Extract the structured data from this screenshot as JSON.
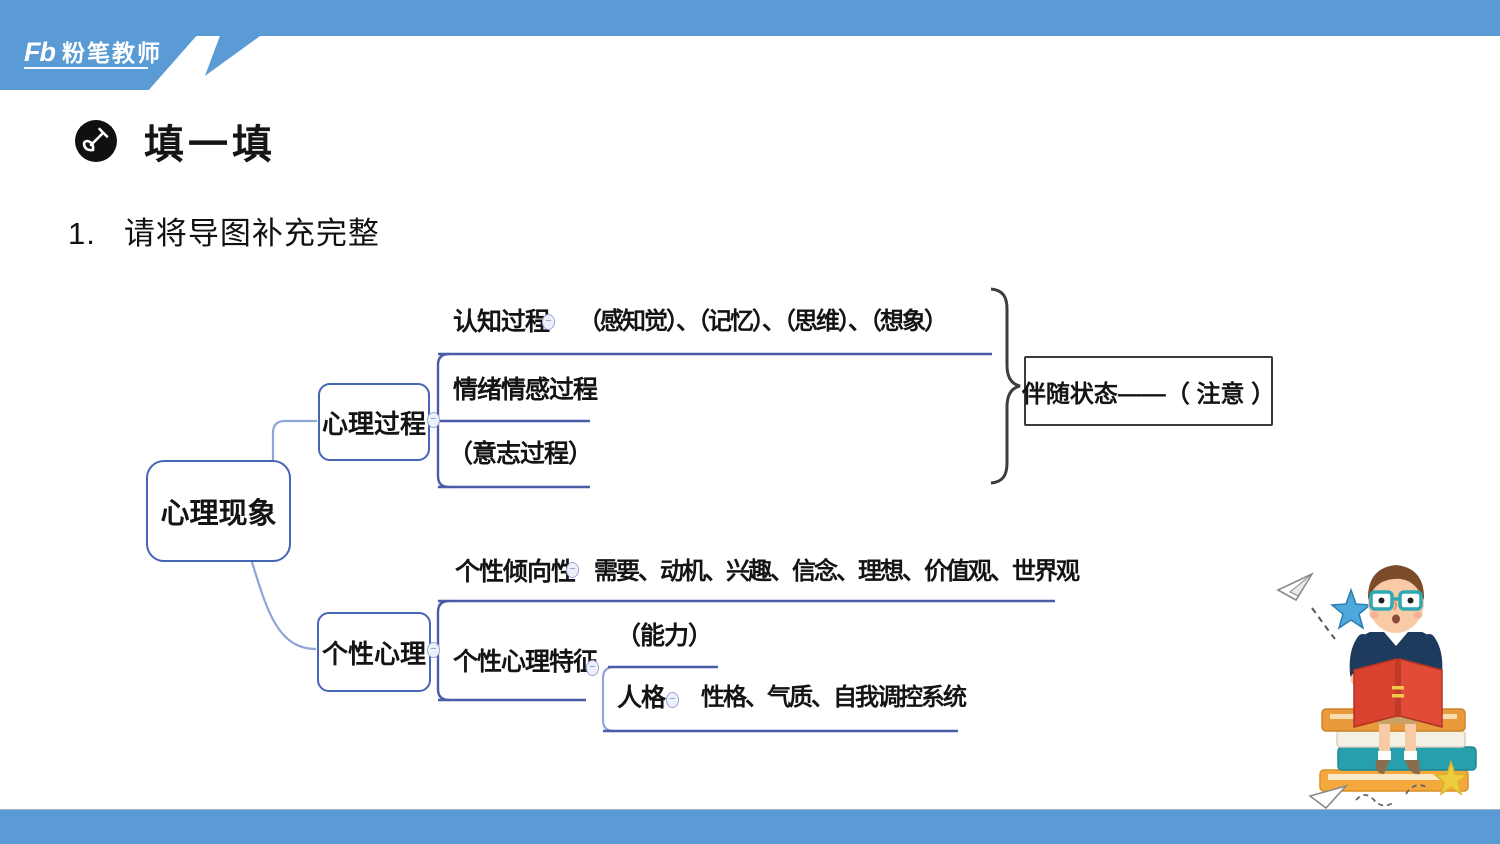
{
  "header": {
    "logo_mark": "Fb",
    "logo_name": "粉笔教师"
  },
  "title": {
    "text": "填一填",
    "icon": "shovel-icon"
  },
  "question": {
    "number": "1.",
    "text": "请将导图补充完整"
  },
  "mindmap": {
    "toggle_glyph": "−",
    "root_label": "心理现象",
    "process": {
      "label": "心理过程",
      "cognitive_label": "认知过程",
      "cognitive_items": "（感知觉）、（记忆）、（思维）、（想象）",
      "emotion_label": "情绪情感过程",
      "will_label": "（意志过程）",
      "accompany_label": "伴随状态——（ 注意 ）"
    },
    "personality": {
      "label": "个性心理",
      "tendency_label": "个性倾向性",
      "tendency_items": "需要、动机、兴趣、信念、理想、价值观、世界观",
      "traits_label": "个性心理特征",
      "ability_label": "（能力）",
      "persona_label": "人格",
      "persona_items": "性格、气质、自我调控系统"
    }
  },
  "colors": {
    "accent_blue": "#5B9BD5",
    "node_border": "#4565b5",
    "branch_line_dark": "#4b5ba6",
    "branch_line_light": "#8ea6d8",
    "brace": "#3d3d3d",
    "text": "#141414"
  }
}
